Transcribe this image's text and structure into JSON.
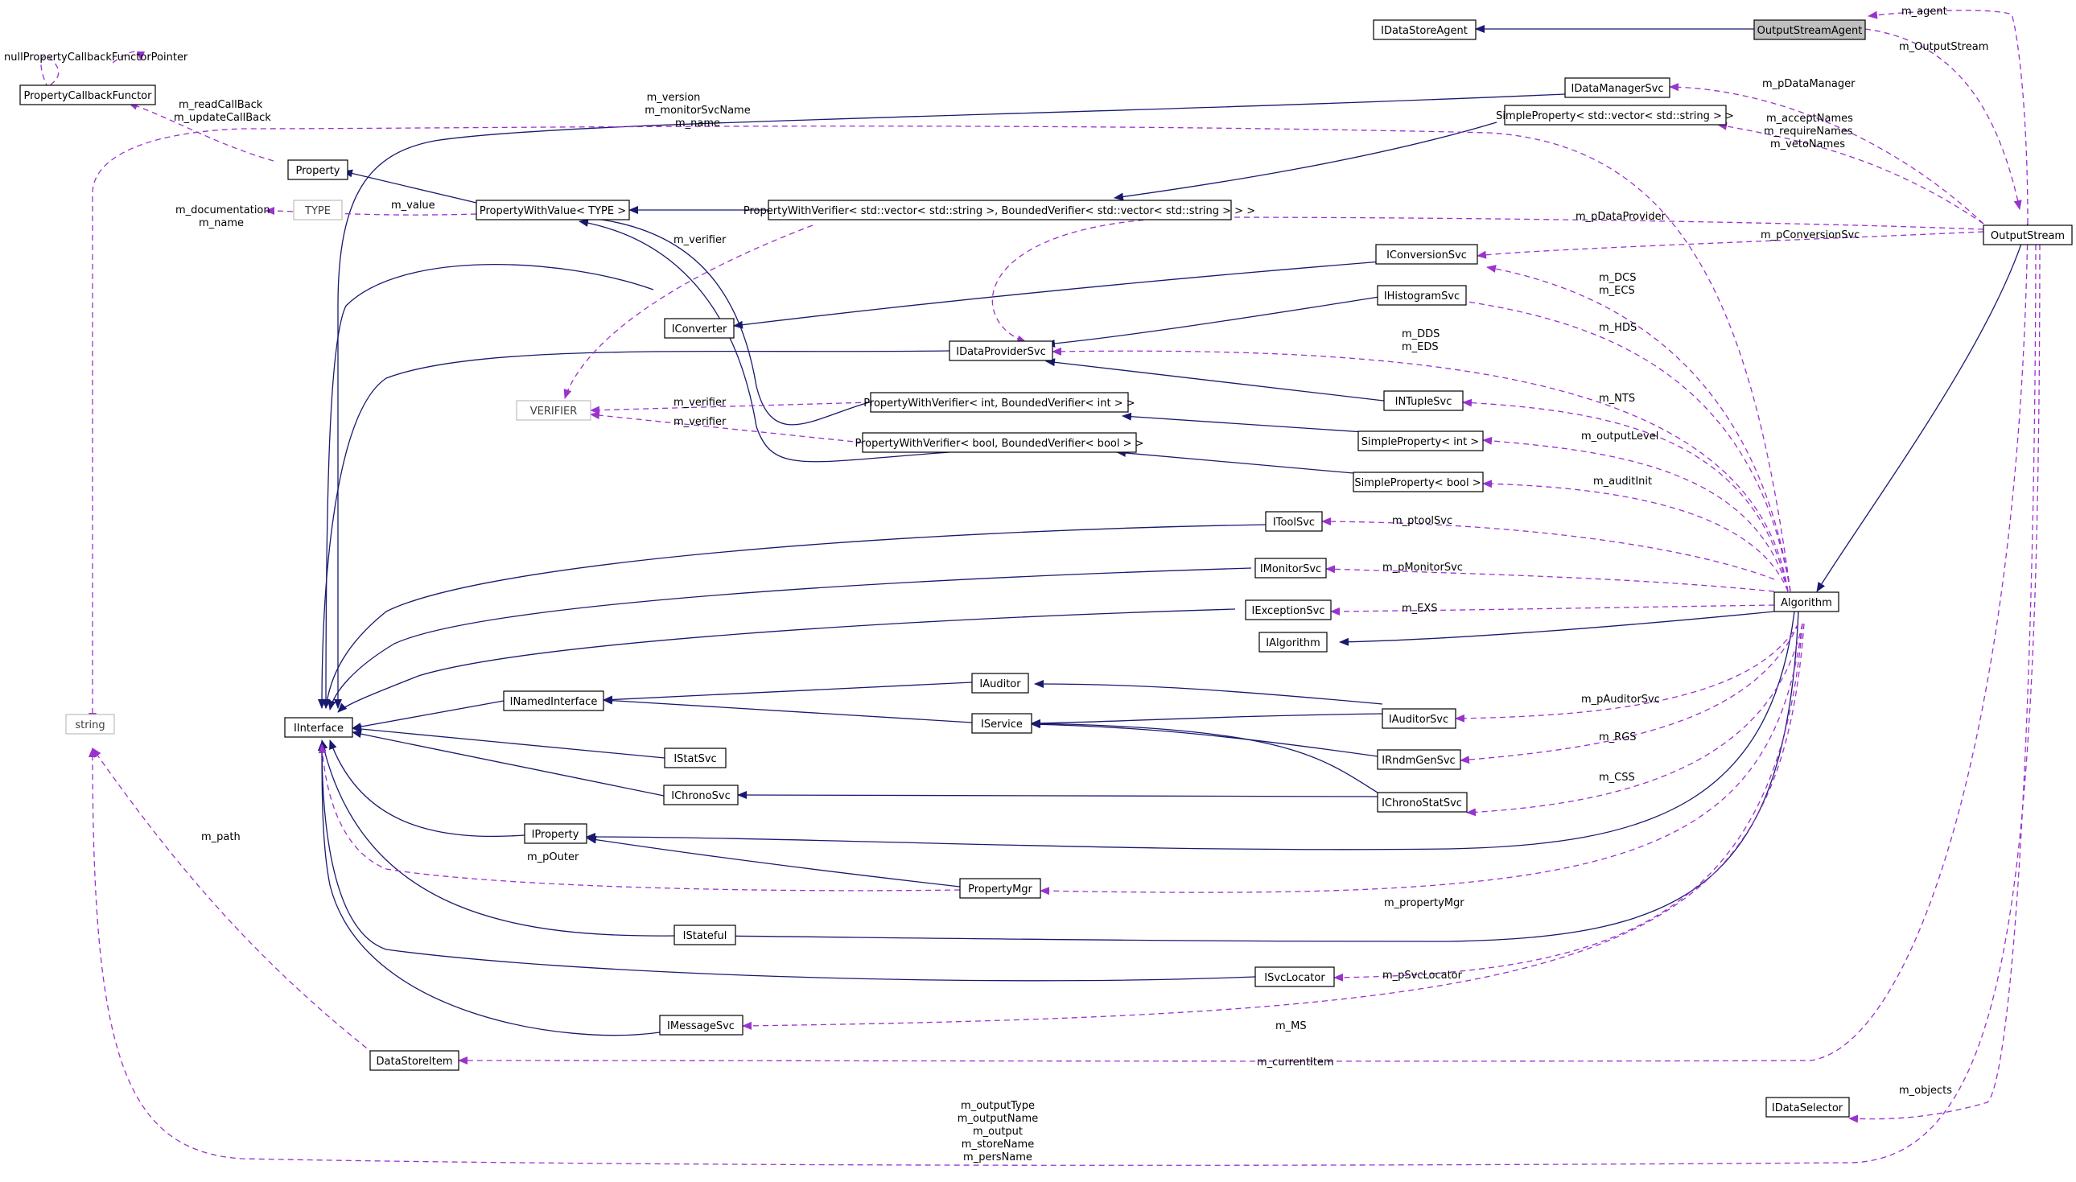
{
  "colors": {
    "inheritance": "#191970",
    "usage": "#9a32cd",
    "highlight_fill": "#bfbfbf",
    "grey_border": "#bfbfbf"
  },
  "nodes": {
    "OutputStreamAgent": "OutputStreamAgent",
    "IDataStoreAgent": "IDataStoreAgent",
    "IDataManagerSvc": "IDataManagerSvc",
    "SimplePropertyVecString": "SimpleProperty< std::vector< std::string > >",
    "PropertyCallbackFunctor": "PropertyCallbackFunctor",
    "Property": "Property",
    "TYPE": "TYPE",
    "PropertyWithValueTYPE": "PropertyWithValue< TYPE >",
    "PropertyWithVerifierVecString": "PropertyWithVerifier< std::vector< std::string >, BoundedVerifier< std::vector< std::string > > >",
    "IConversionSvc": "IConversionSvc",
    "IHistogramSvc": "IHistogramSvc",
    "IConverter": "IConverter",
    "IDataProviderSvc": "IDataProviderSvc",
    "OutputStream": "OutputStream",
    "VERIFIER": "VERIFIER",
    "PropertyWithVerifierInt": "PropertyWithVerifier< int, BoundedVerifier< int > >",
    "INTupleSvc": "INTupleSvc",
    "PropertyWithVerifierBool": "PropertyWithVerifier< bool, BoundedVerifier< bool > >",
    "SimplePropertyInt": "SimpleProperty< int >",
    "SimplePropertyBool": "SimpleProperty< bool >",
    "IToolSvc": "IToolSvc",
    "IMonitorSvc": "IMonitorSvc",
    "IExceptionSvc": "IExceptionSvc",
    "Algorithm": "Algorithm",
    "IAlgorithm": "IAlgorithm",
    "IAuditor": "IAuditor",
    "INamedInterface": "INamedInterface",
    "string": "string",
    "IInterface": "IInterface",
    "IService": "IService",
    "IAuditorSvc": "IAuditorSvc",
    "IStatSvc": "IStatSvc",
    "IRndmGenSvc": "IRndmGenSvc",
    "IChronoSvc": "IChronoSvc",
    "IChronoStatSvc": "IChronoStatSvc",
    "IProperty": "IProperty",
    "PropertyMgr": "PropertyMgr",
    "IStateful": "IStateful",
    "ISvcLocator": "ISvcLocator",
    "IMessageSvc": "IMessageSvc",
    "DataStoreItem": "DataStoreItem",
    "IDataSelector": "IDataSelector"
  },
  "edge_labels": {
    "m_agent": "m_agent",
    "m_OutputStream": "m_OutputStream",
    "m_pDataManager": "m_pDataManager",
    "nullPropertyCallbackFunctorPointer": "nullPropertyCallbackFunctorPointer",
    "m_readCallBack": "m_readCallBack",
    "m_updateCallBack": "m_updateCallBack",
    "m_version": "m_version",
    "m_monitorSvcName": "m_monitorSvcName",
    "m_name_top": "m_name",
    "m_acceptNames": "m_acceptNames",
    "m_requireNames": "m_requireNames",
    "m_vetoNames": "m_vetoNames",
    "m_documentation": "m_documentation",
    "m_name_left": "m_name",
    "m_value": "m_value",
    "m_pDataProvider": "m_pDataProvider",
    "m_pConversionSvc": "m_pConversionSvc",
    "m_verifier_1": "m_verifier",
    "m_DCS": "m_DCS",
    "m_ECS": "m_ECS",
    "m_HDS": "m_HDS",
    "m_DDS": "m_DDS",
    "m_EDS": "m_EDS",
    "m_verifier_2": "m_verifier",
    "m_NTS": "m_NTS",
    "m_verifier_3": "m_verifier",
    "m_outputLevel": "m_outputLevel",
    "m_auditInit": "m_auditInit",
    "m_ptoolSvc": "m_ptoolSvc",
    "m_pMonitorSvc": "m_pMonitorSvc",
    "m_EXS": "m_EXS",
    "m_pAuditorSvc": "m_pAuditorSvc",
    "m_RGS": "m_RGS",
    "m_CSS": "m_CSS",
    "m_path": "m_path",
    "m_pOuter": "m_pOuter",
    "m_propertyMgr": "m_propertyMgr",
    "m_pSvcLocator": "m_pSvcLocator",
    "m_MS": "m_MS",
    "m_currentItem": "m_currentItem",
    "m_objects": "m_objects",
    "m_outputType": "m_outputType",
    "m_outputName": "m_outputName",
    "m_output": "m_output",
    "m_storeName": "m_storeName",
    "m_persName": "m_persName"
  }
}
